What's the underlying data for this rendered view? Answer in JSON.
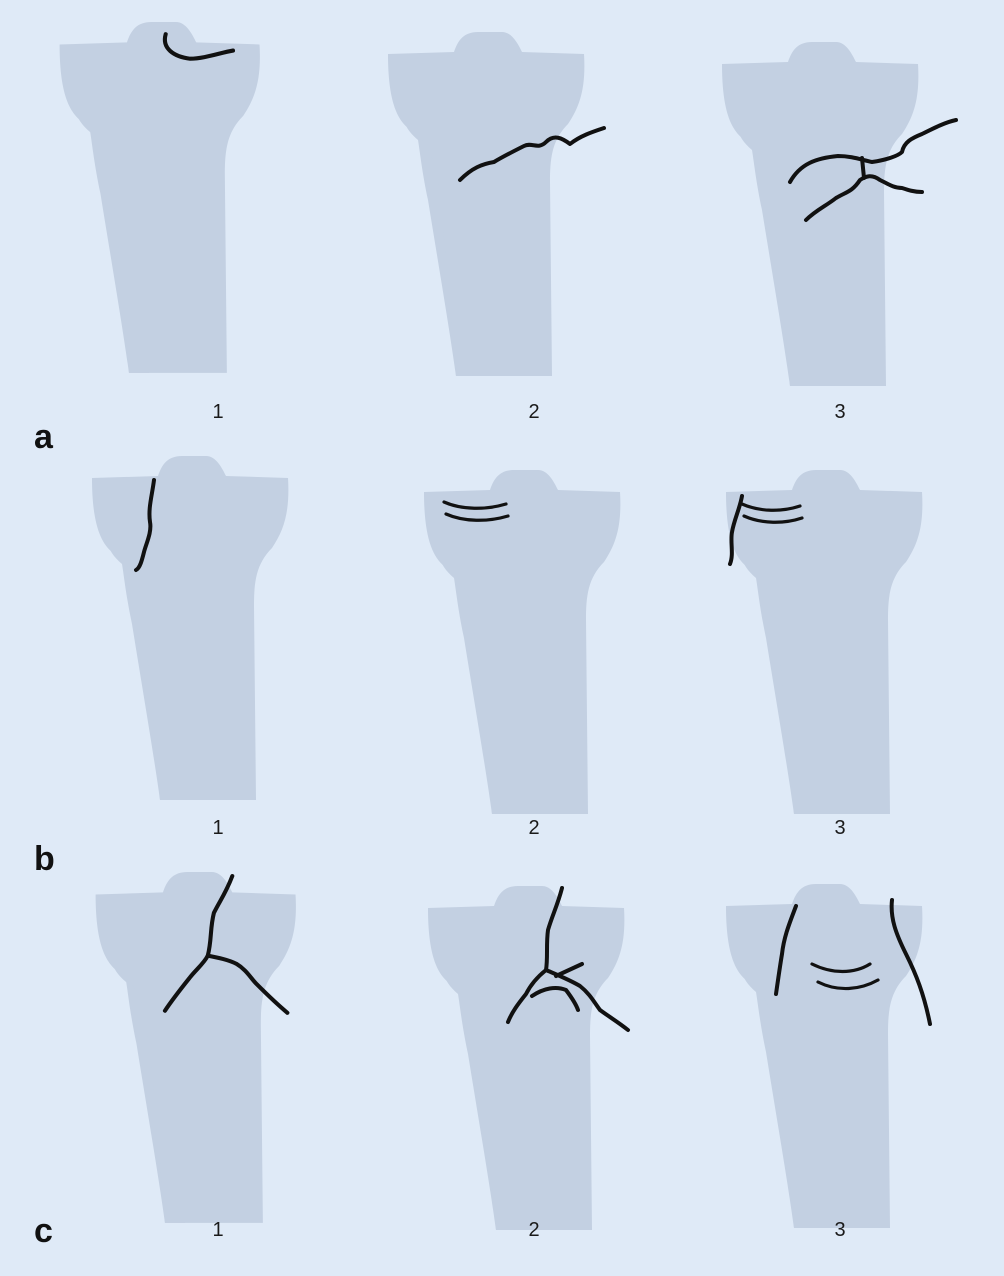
{
  "rows": [
    {
      "letter": "a",
      "panels": [
        {
          "number": "1",
          "fractures": [
            "tubercle-avulsion"
          ]
        },
        {
          "number": "2",
          "fractures": [
            "transverse-physeal"
          ]
        },
        {
          "number": "3",
          "fractures": [
            "transverse-physeal",
            "oblique-metaphyseal"
          ]
        }
      ]
    },
    {
      "letter": "b",
      "panels": [
        {
          "number": "1",
          "fractures": [
            "lateral-vertical-split"
          ]
        },
        {
          "number": "2",
          "fractures": [
            "medial-depression"
          ]
        },
        {
          "number": "3",
          "fractures": [
            "lateral-split",
            "medial-depression"
          ]
        }
      ]
    },
    {
      "letter": "c",
      "panels": [
        {
          "number": "1",
          "fractures": [
            "y-bicondylar"
          ]
        },
        {
          "number": "2",
          "fractures": [
            "comminuted-bicondylar"
          ]
        },
        {
          "number": "3",
          "fractures": [
            "bicondylar-split",
            "central-depression"
          ]
        }
      ]
    }
  ],
  "colors": {
    "background": "#dfeaf7",
    "bone": "#c3d0e2",
    "fracture_line": "#111111"
  }
}
